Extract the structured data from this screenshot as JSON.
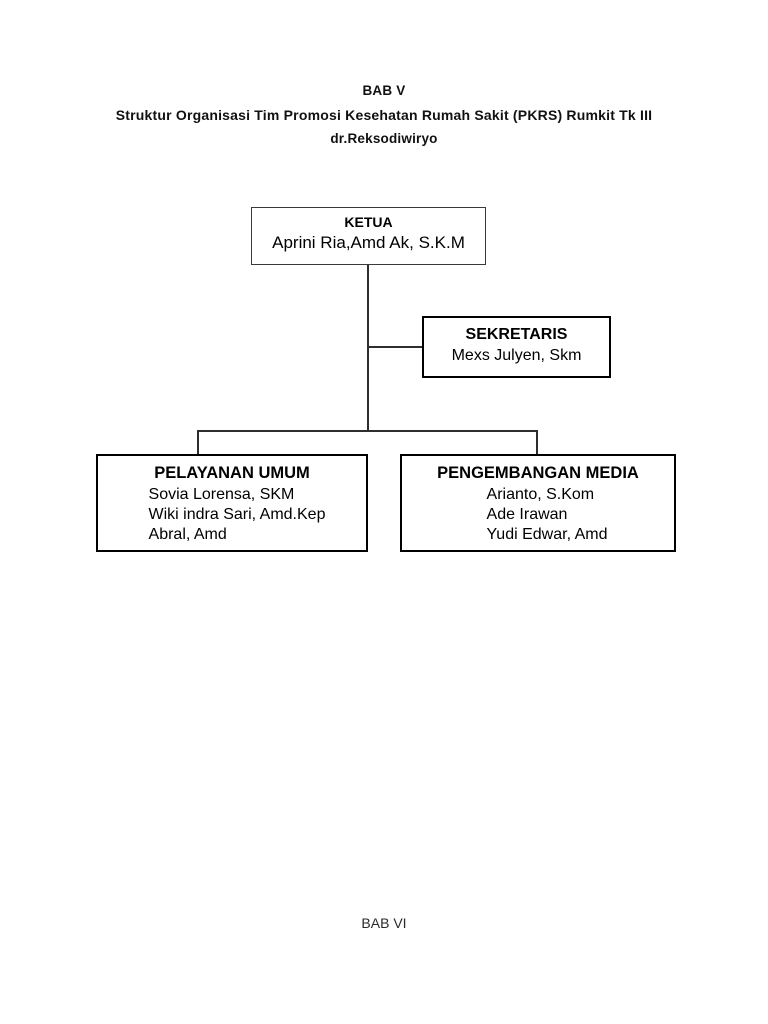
{
  "document": {
    "heading": {
      "line1": "BAB V",
      "line2": "Struktur Organisasi Tim Promosi Kesehatan Rumah Sakit  (PKRS) Rumkit Tk III",
      "line3": "dr.Reksodiwiryo"
    },
    "footer": {
      "text": "BAB VI"
    }
  },
  "chart_data": {
    "type": "diagram",
    "title": "Struktur Organisasi Tim Promosi Kesehatan Rumah Sakit  (PKRS) Rumkit Tk III dr.Reksodiwiryo",
    "nodes": [
      {
        "id": "ketua",
        "title": "KETUA",
        "members": [
          "Aprini Ria,Amd Ak, S.K.M"
        ],
        "level": 0
      },
      {
        "id": "sekretaris",
        "title": "SEKRETARIS",
        "members": [
          "Mexs Julyen, Skm"
        ],
        "level": 1
      },
      {
        "id": "pelayanan-umum",
        "title": "PELAYANAN UMUM",
        "members": [
          "Sovia Lorensa, SKM",
          "Wiki indra Sari, Amd.Kep",
          "Abral, Amd"
        ],
        "level": 2
      },
      {
        "id": "pengembangan-media",
        "title": "PENGEMBANGAN MEDIA",
        "members": [
          "Arianto, S.Kom",
          "Ade Irawan",
          "Yudi Edwar, Amd"
        ],
        "level": 2
      }
    ],
    "edges": [
      {
        "from": "ketua",
        "to": "sekretaris"
      },
      {
        "from": "ketua",
        "to": "pelayanan-umum"
      },
      {
        "from": "ketua",
        "to": "pengembangan-media"
      }
    ],
    "colors": {
      "background": "#ffffff",
      "text": "#000000",
      "box_border": "#000000",
      "connector": "#2e2e2e"
    }
  }
}
